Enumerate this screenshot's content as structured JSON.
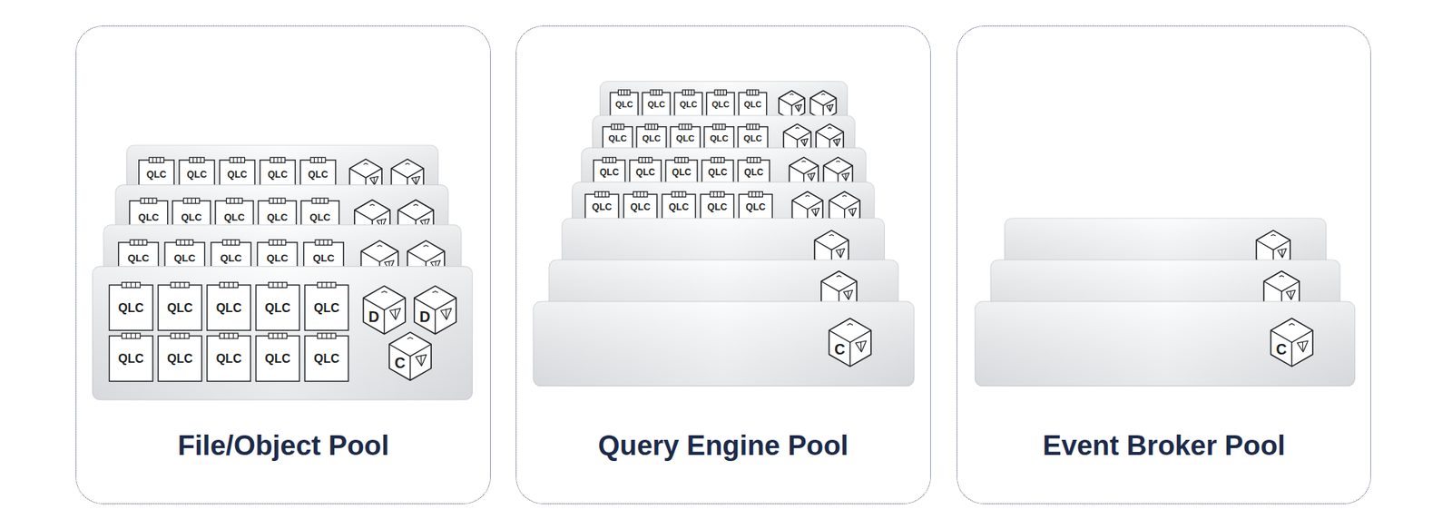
{
  "diagram": {
    "nodes": [
      {
        "text": [
          "File/Object Pool"
        ]
      },
      {
        "text": [
          "Query Engine Pool"
        ]
      },
      {
        "text": [
          "Event Broker Pool"
        ]
      }
    ],
    "labels": [
      "QLC",
      "QLC",
      "QLC",
      "QLC",
      "QLC",
      "QLC",
      "QLC",
      "QLC",
      "QLC",
      "QLC",
      "QLC",
      "QLC",
      "QLC",
      "QLC",
      "QLC",
      "QLC",
      "QLC",
      "QLC",
      "QLC",
      "QLC",
      "QLC",
      "QLC",
      "QLC",
      "QLC",
      "QLC",
      "D",
      "D",
      "C",
      "QLC",
      "QLC",
      "QLC",
      "QLC",
      "QLC",
      "QLC",
      "QLC",
      "QLC",
      "QLC",
      "QLC",
      "QLC",
      "QLC",
      "QLC",
      "QLC",
      "QLC",
      "QLC",
      "QLC",
      "QLC",
      "QLC",
      "QLC",
      "C",
      "C"
    ]
  }
}
